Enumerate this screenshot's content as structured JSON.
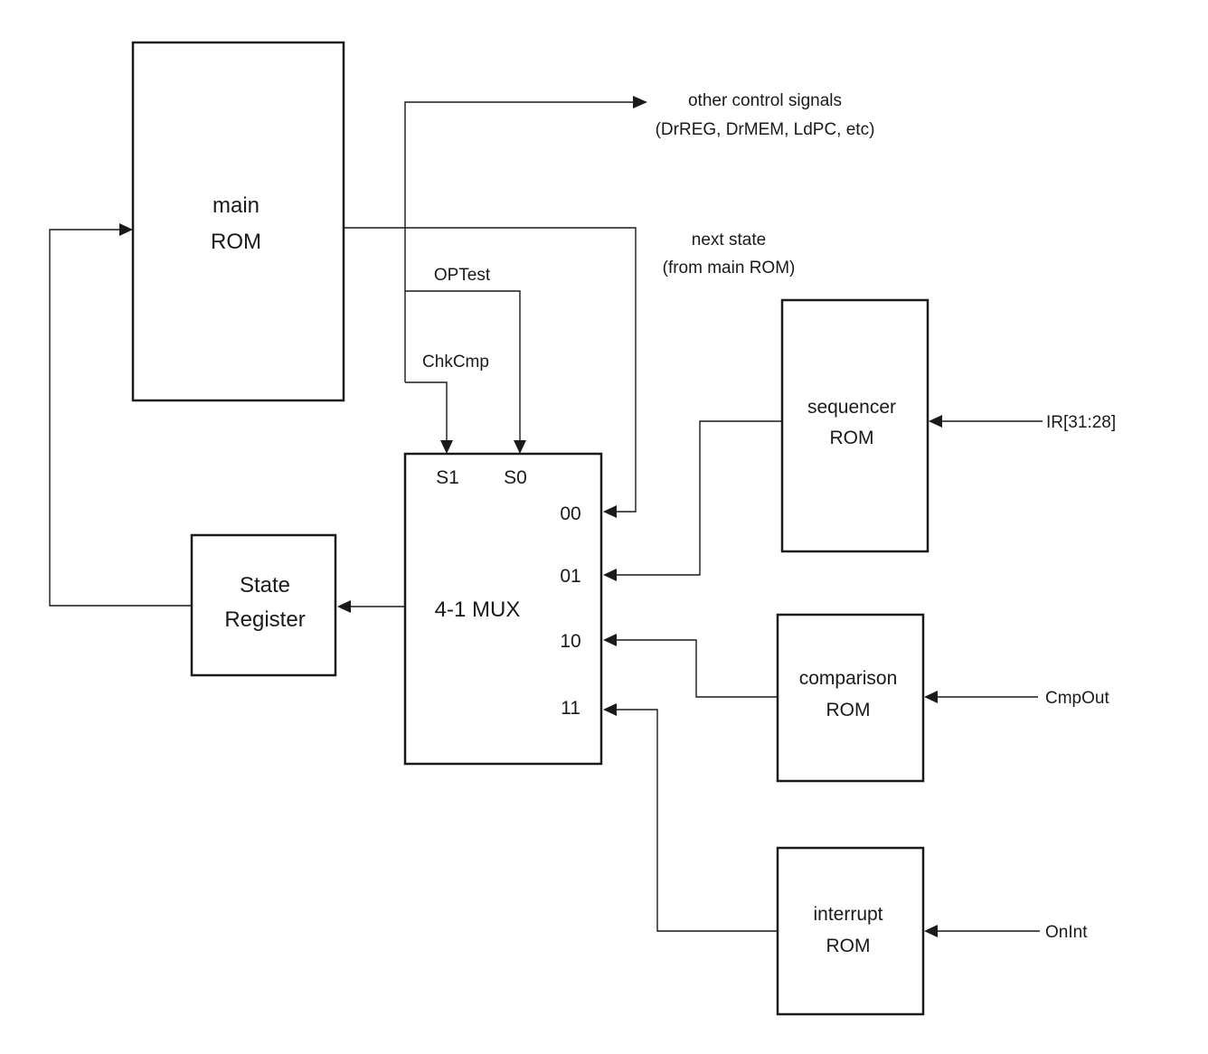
{
  "blocks": {
    "main_rom": {
      "line1": "main",
      "line2": "ROM"
    },
    "mux": {
      "label": "4-1 MUX",
      "sel1": "S1",
      "sel0": "S0",
      "in00": "00",
      "in01": "01",
      "in10": "10",
      "in11": "11"
    },
    "state_register": {
      "line1": "State",
      "line2": "Register"
    },
    "sequencer_rom": {
      "line1": "sequencer",
      "line2": "ROM"
    },
    "comparison_rom": {
      "line1": "comparison",
      "line2": "ROM"
    },
    "interrupt_rom": {
      "line1": "interrupt",
      "line2": "ROM"
    }
  },
  "signals": {
    "other_control": {
      "line1": "other control signals",
      "line2": "(DrREG, DrMEM, LdPC, etc)"
    },
    "next_state": {
      "line1": "next state",
      "line2": "(from main ROM)"
    },
    "optest": "OPTest",
    "chkcmp": "ChkCmp",
    "ir": "IR[31:28]",
    "cmpout": "CmpOut",
    "onint": "OnInt"
  }
}
